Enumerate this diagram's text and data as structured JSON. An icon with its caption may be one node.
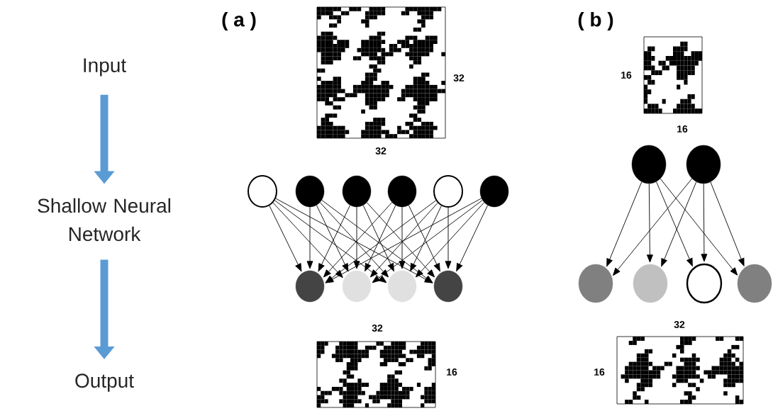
{
  "diagram": {
    "nodes": [
      {
        "text": [
          "Input"
        ]
      },
      {
        "text": [
          "Shallow Neural Network"
        ]
      },
      {
        "text": [
          "Output"
        ]
      },
      {
        "text": [],
        "shape": "circle"
      },
      {
        "text": [],
        "shape": "circle"
      },
      {
        "text": [],
        "shape": "circle"
      },
      {
        "text": [],
        "shape": "circle"
      },
      {
        "text": [],
        "shape": "circle"
      },
      {
        "text": [],
        "shape": "circle"
      },
      {
        "text": [],
        "shape": "circle"
      },
      {
        "text": [],
        "shape": "circle"
      },
      {
        "text": [],
        "shape": "circle"
      },
      {
        "text": [],
        "shape": "circle"
      },
      {
        "text": [],
        "shape": "circle"
      },
      {
        "text": [],
        "shape": "circle"
      },
      {
        "text": [],
        "shape": "circle"
      },
      {
        "text": [],
        "shape": "circle"
      },
      {
        "text": [],
        "shape": "circle"
      },
      {
        "text": [],
        "shape": "circle"
      }
    ],
    "edges": [
      {
        "from": 0,
        "to": 1,
        "arrow": "to",
        "style": "thick",
        "color": "#5b9bd5"
      },
      {
        "from": 1,
        "to": 2,
        "arrow": "to",
        "style": "thick",
        "color": "#5b9bd5"
      },
      {
        "from": 3,
        "to": 9,
        "arrow": "to"
      },
      {
        "from": 3,
        "to": 10,
        "arrow": "to"
      },
      {
        "from": 3,
        "to": 11,
        "arrow": "to"
      },
      {
        "from": 3,
        "to": 12,
        "arrow": "to"
      },
      {
        "from": 4,
        "to": 9,
        "arrow": "to"
      },
      {
        "from": 4,
        "to": 10,
        "arrow": "to"
      },
      {
        "from": 4,
        "to": 11,
        "arrow": "to"
      },
      {
        "from": 4,
        "to": 12,
        "arrow": "to"
      },
      {
        "from": 5,
        "to": 9,
        "arrow": "to"
      },
      {
        "from": 5,
        "to": 10,
        "arrow": "to"
      },
      {
        "from": 5,
        "to": 11,
        "arrow": "to"
      },
      {
        "from": 5,
        "to": 12,
        "arrow": "to"
      },
      {
        "from": 6,
        "to": 9,
        "arrow": "to"
      },
      {
        "from": 6,
        "to": 10,
        "arrow": "to"
      },
      {
        "from": 6,
        "to": 11,
        "arrow": "to"
      },
      {
        "from": 6,
        "to": 12,
        "arrow": "to"
      },
      {
        "from": 7,
        "to": 9,
        "arrow": "to"
      },
      {
        "from": 7,
        "to": 10,
        "arrow": "to"
      },
      {
        "from": 7,
        "to": 11,
        "arrow": "to"
      },
      {
        "from": 7,
        "to": 12,
        "arrow": "to"
      },
      {
        "from": 8,
        "to": 9,
        "arrow": "to"
      },
      {
        "from": 8,
        "to": 10,
        "arrow": "to"
      },
      {
        "from": 8,
        "to": 11,
        "arrow": "to"
      },
      {
        "from": 8,
        "to": 12,
        "arrow": "to"
      },
      {
        "from": 13,
        "to": 15,
        "arrow": "to"
      },
      {
        "from": 13,
        "to": 16,
        "arrow": "to"
      },
      {
        "from": 13,
        "to": 17,
        "arrow": "to"
      },
      {
        "from": 13,
        "to": 18,
        "arrow": "to"
      },
      {
        "from": 14,
        "to": 15,
        "arrow": "to"
      },
      {
        "from": 14,
        "to": 16,
        "arrow": "to"
      },
      {
        "from": 14,
        "to": 17,
        "arrow": "to"
      },
      {
        "from": 14,
        "to": 18,
        "arrow": "to"
      }
    ],
    "labels": [
      "( a )",
      "( b )",
      "32",
      "16",
      "32",
      "16",
      "32",
      "32",
      "16",
      "16"
    ]
  }
}
